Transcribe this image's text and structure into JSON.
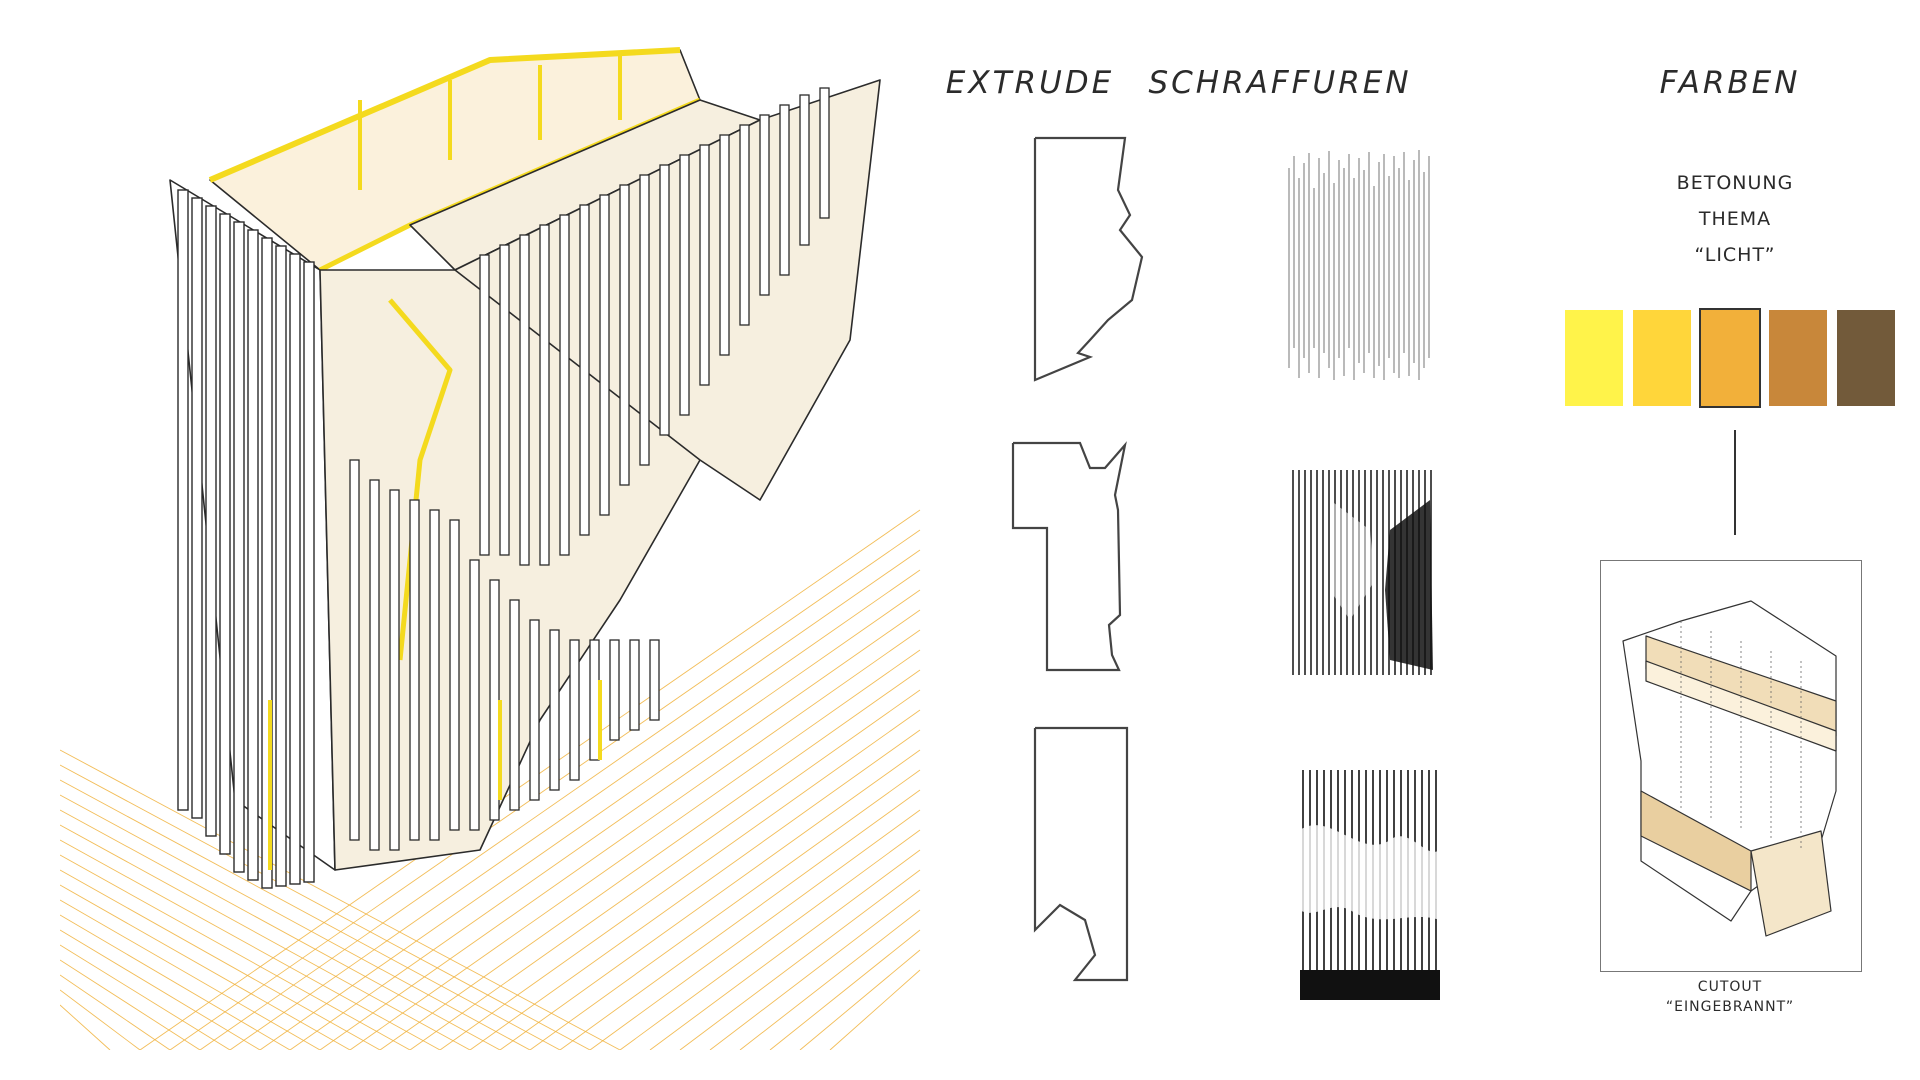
{
  "columns": {
    "extrude": "EXTRUDE",
    "hatching": "SCHRAFFUREN",
    "colors": "FARBEN"
  },
  "emphasis": {
    "line1": "BETONUNG",
    "line2": "THEMA",
    "line3": "“LICHT”"
  },
  "palette": [
    "#FFF34A",
    "#FFD63A",
    "#F2B03A",
    "#C8873A",
    "#725A3A"
  ],
  "palette_selected_index": 2,
  "cutout": {
    "line1": "CUTOUT",
    "line2": "“EINGEBRANNT”"
  },
  "colors_of_note": {
    "accent_yellow": "#F4DA1E",
    "ground_lines": "#F0B23C",
    "surface": "#F6EFDF",
    "line": "#2b2b2b"
  }
}
